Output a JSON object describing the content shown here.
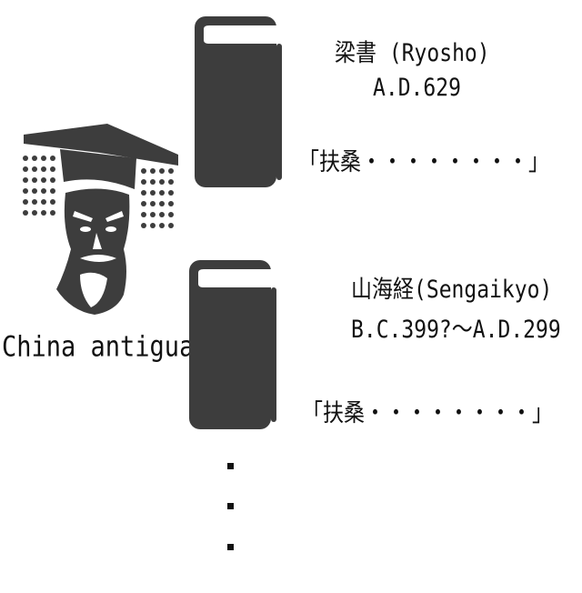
{
  "figure": {
    "label": "China antigua",
    "icon": "ancient-chinese-scholar-icon",
    "color": "#3d3d3d"
  },
  "entries": [
    {
      "title": "梁書 (Ryosho)",
      "date": "A.D.629",
      "quote": "「扶桑・・・・・・・・」",
      "icon": "book-icon"
    },
    {
      "title": "山海経(Sengaikyo)",
      "date": "B.C.399?～A.D.299",
      "quote": "「扶桑・・・・・・・・」",
      "icon": "book-icon"
    }
  ],
  "continuation": {
    "icon": "vertical-ellipsis-icon"
  },
  "colors": {
    "icon_fill": "#3d3d3d",
    "text": "#111111",
    "background": "#ffffff"
  }
}
